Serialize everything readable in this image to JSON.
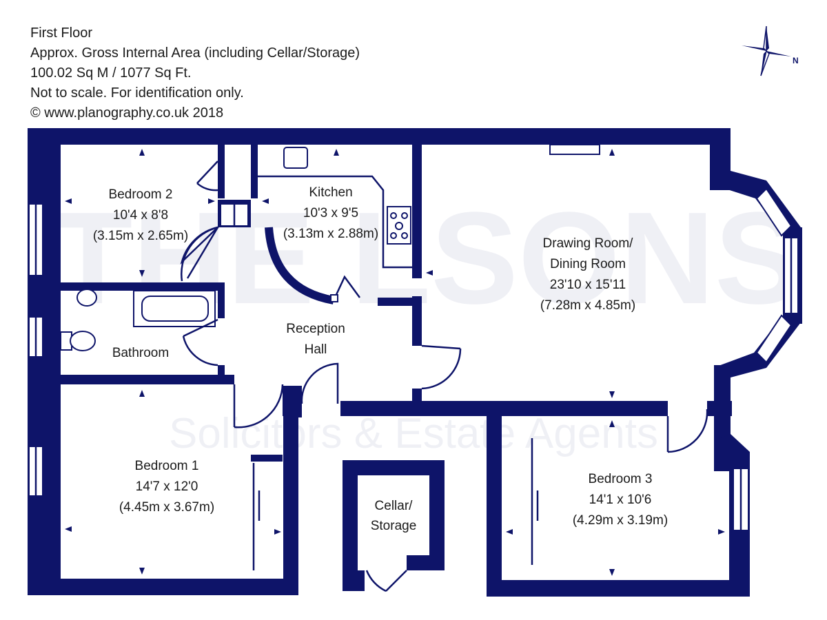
{
  "header": {
    "lines": [
      "First Floor",
      "Approx. Gross Internal Area (including Cellar/Storage)",
      "100.02 Sq M / 1077 Sq Ft.",
      "Not to scale. For identification only.",
      "© www.planography.co.uk 2018"
    ]
  },
  "compass": {
    "icon": "compass-rose-icon",
    "letter": "N"
  },
  "watermark": {
    "brand": "THE LSONS",
    "tagline": "Solicitors & Estate Agents"
  },
  "rooms": {
    "bedroom2": {
      "name": "Bedroom 2",
      "imperial": "10'4 x 8'8",
      "metric": "(3.15m x 2.65m)"
    },
    "kitchen": {
      "name": "Kitchen",
      "imperial": "10'3 x 9'5",
      "metric": "(3.13m x 2.88m)"
    },
    "drawing": {
      "name1": "Drawing Room/",
      "name2": "Dining Room",
      "imperial": "23'10 x 15'11",
      "metric": "(7.28m x 4.85m)"
    },
    "bathroom": {
      "name": "Bathroom"
    },
    "hall": {
      "name1": "Reception",
      "name2": "Hall"
    },
    "bedroom1": {
      "name": "Bedroom 1",
      "imperial": "14'7 x 12'0",
      "metric": "(4.45m x 3.67m)"
    },
    "cellar": {
      "name1": "Cellar/",
      "name2": "Storage"
    },
    "bedroom3": {
      "name": "Bedroom 3",
      "imperial": "14'1 x 10'6",
      "metric": "(4.29m x 3.19m)"
    }
  },
  "colors": {
    "wall": "#0e1469",
    "text": "#1a1a1a",
    "background": "#ffffff"
  }
}
